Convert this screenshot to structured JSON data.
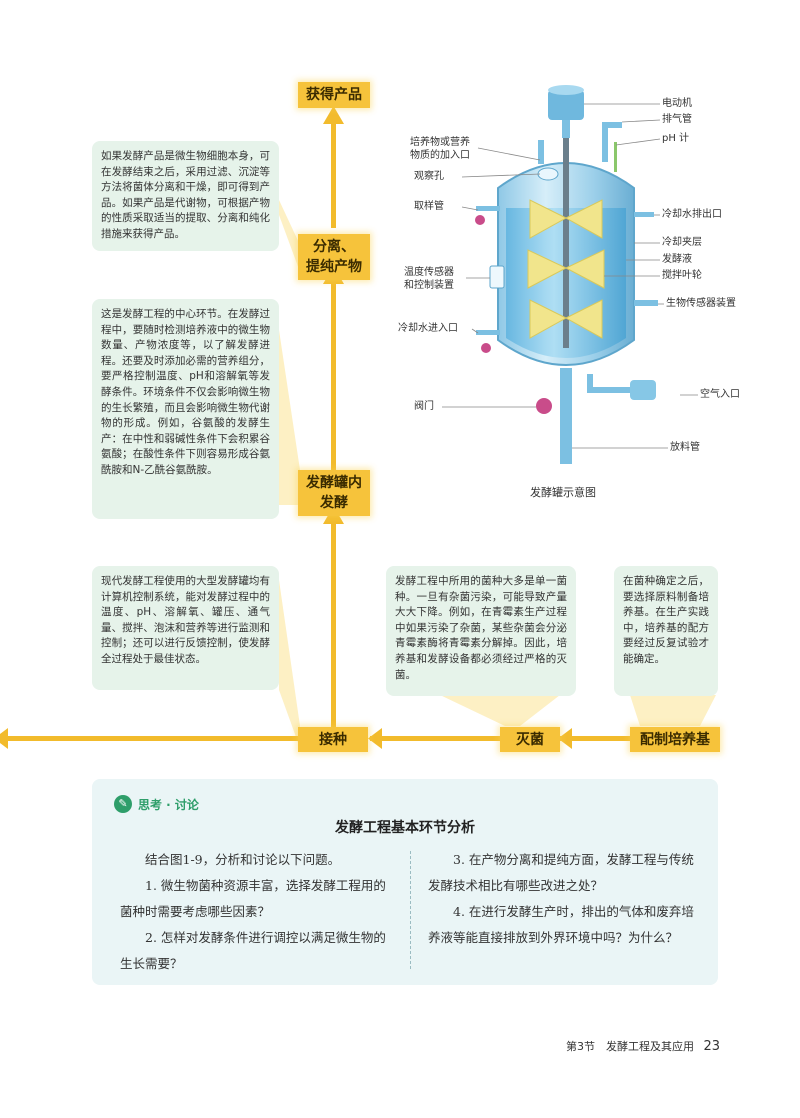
{
  "steps": {
    "product": "获得产品",
    "separation": "分离、\n提纯产物",
    "fermentation": "发酵罐内\n发酵",
    "inoculation": "接种",
    "sterilization": "灭菌",
    "medium": "配制培养基"
  },
  "notes": {
    "separation": "如果发酵产品是微生物细胞本身，可在发酵结束之后，采用过滤、沉淀等方法将菌体分离和干燥，即可得到产品。如果产品是代谢物，可根据产物的性质采取适当的提取、分离和纯化措施来获得产品。",
    "fermentation": "这是发酵工程的中心环节。在发酵过程中，要随时检测培养液中的微生物数量、产物浓度等，以了解发酵进程。还要及时添加必需的营养组分，要严格控制温度、pH和溶解氧等发酵条件。环境条件不仅会影响微生物的生长繁殖，而且会影响微生物代谢物的形成。例如，谷氨酸的发酵生产：在中性和弱碱性条件下会积累谷氨酸；在酸性条件下则容易形成谷氨酰胺和N-乙酰谷氨酰胺。",
    "inoculation": "现代发酵工程使用的大型发酵罐均有计算机控制系统，能对发酵过程中的温度、pH、溶解氧、罐压、通气量、搅拌、泡沫和营养等进行监测和控制；还可以进行反馈控制，使发酵全过程处于最佳状态。",
    "sterilization": "发酵工程中所用的菌种大多是单一菌种。一旦有杂菌污染，可能导致产量大大下降。例如，在青霉素生产过程中如果污染了杂菌，某些杂菌会分泌青霉素酶将青霉素分解掉。因此，培养基和发酵设备都必须经过严格的灭菌。",
    "medium": "在菌种确定之后，要选择原料制备培养基。在生产实践中，培养基的配方要经过反复试验才能确定。"
  },
  "diagram": {
    "caption": "发酵罐示意图",
    "labels": {
      "motor": "电动机",
      "exhaust": "排气管",
      "ph": "pH 计",
      "feed": "培养物或营养\n物质的加入口",
      "window": "观察孔",
      "sampling": "取样管",
      "coolant_out": "冷却水排出口",
      "jacket": "冷却夹层",
      "broth": "发酵液",
      "impeller": "搅拌叶轮",
      "temp_sensor": "温度传感器\n和控制装置",
      "bio_sensor": "生物传感器装置",
      "coolant_in": "冷却水进入口",
      "air_inlet": "空气入口",
      "valve": "阀门",
      "discharge": "放料管"
    }
  },
  "discussion": {
    "badge": "思考 · 讨论",
    "title": "发酵工程基本环节分析",
    "intro": "结合图1-9，分析和讨论以下问题。",
    "q1": "1. 微生物菌种资源丰富，选择发酵工程用的菌种时需要考虑哪些因素？",
    "q2": "2. 怎样对发酵条件进行调控以满足微生物的生长需要？",
    "q3": "3. 在产物分离和提纯方面，发酵工程与传统发酵技术相比有哪些改进之处？",
    "q4": "4. 在进行发酵生产时，排出的气体和废弃培养液等能直接排放到外界环境中吗？为什么？"
  },
  "footer": {
    "section": "第3节　发酵工程及其应用",
    "page": "23"
  },
  "colors": {
    "step": "#f6c33b",
    "note_bg": "#e6f3ea",
    "discussion_bg": "#eaf5f6",
    "accent_green": "#2e9e6a",
    "arrow": "#f2bb2c"
  }
}
